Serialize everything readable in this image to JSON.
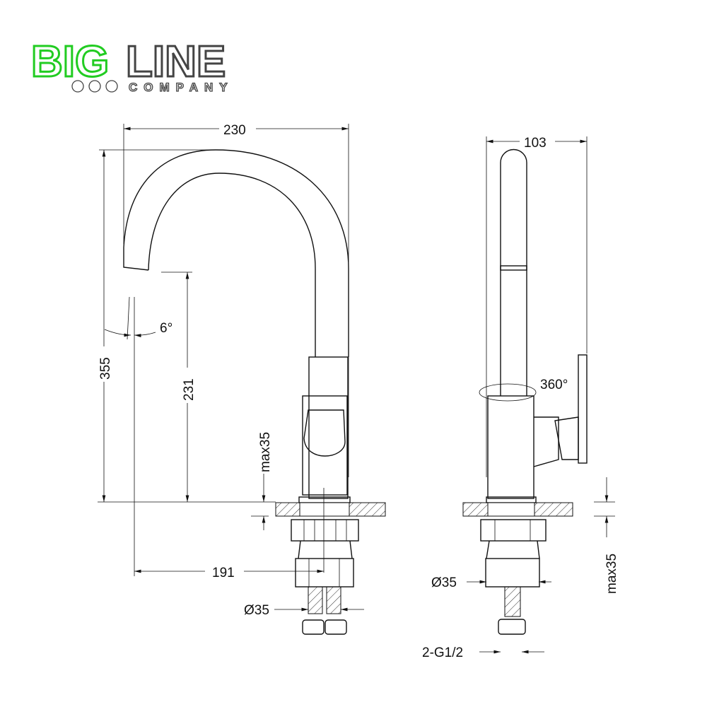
{
  "logo": {
    "part1": "BIG",
    "part2": "LINE",
    "sub": "COMPANY",
    "green": "#22cc22",
    "gray": "#444444"
  },
  "dimensions": {
    "width_total": "230",
    "height_total": "355",
    "spout_height": "231",
    "spout_reach": "191",
    "angle": "6°",
    "mount_max_left": "max35",
    "hole_left": "Ø35",
    "side_width": "103",
    "rotation": "360°",
    "hole_right": "Ø35",
    "mount_max_right": "max35",
    "connection": "2-G1/2"
  }
}
